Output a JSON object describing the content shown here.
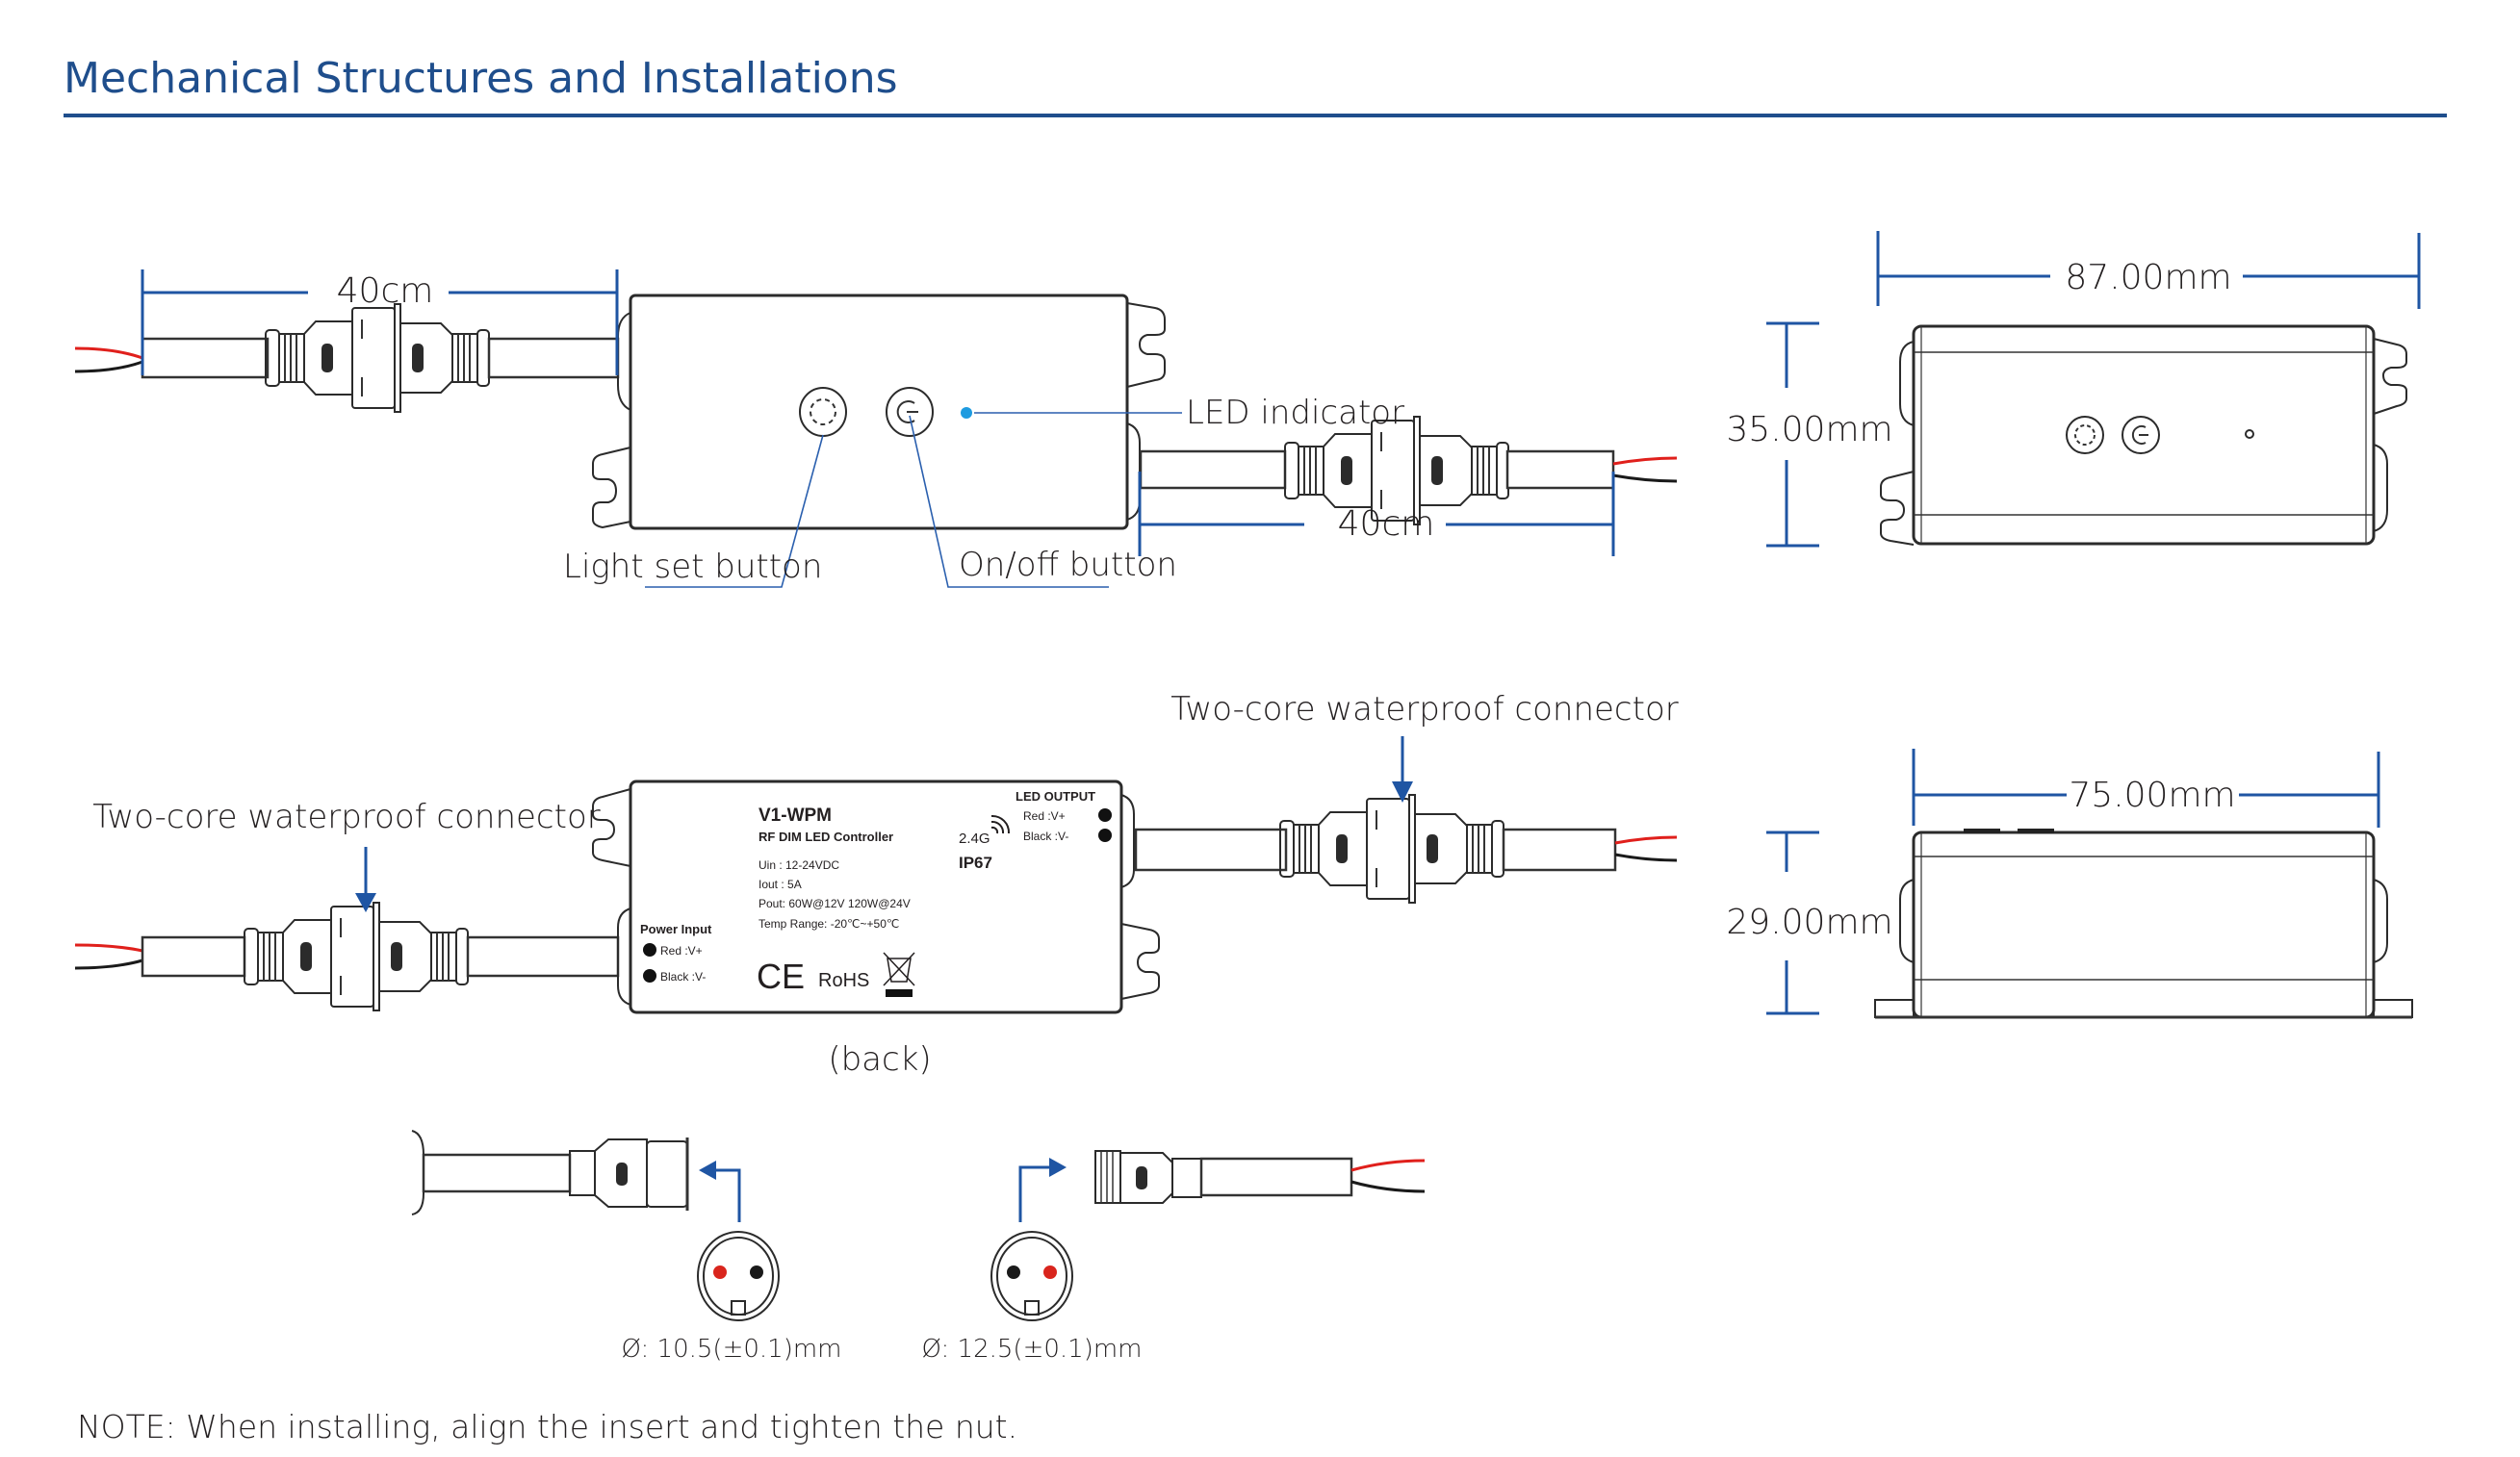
{
  "page": {
    "title": "Mechanical Structures and Installations",
    "accent_color": "#1f4e8c",
    "dimension_line_color": "#1f55a3",
    "led_indicator_color": "#1e9be0",
    "wire_red": "#e0201c",
    "wire_black": "#1a1a1a"
  },
  "top_view": {
    "left_cable_length": "40cm",
    "right_cable_length": "40cm",
    "callouts": {
      "led_indicator": "LED indicator",
      "light_set_button": "Light set button",
      "onoff_button": "On/off button"
    }
  },
  "back_view": {
    "caption": "(back)",
    "left_connector_label": "Two-core waterproof connector",
    "right_connector_label": "Two-core waterproof connector",
    "label": {
      "model": "V1-WPM",
      "product": "RF DIM LED Controller",
      "specs": [
        "Uin  : 12-24VDC",
        "Iout : 5A",
        "Pout: 60W@12V  120W@24V",
        "Temp Range: -20℃~+50℃"
      ],
      "rf": "2.4G",
      "ip_rating": "IP67",
      "led_output_title": "LED OUTPUT",
      "led_output": [
        "Red  :V+",
        "Black :V-"
      ],
      "power_input_title": "Power Input",
      "power_input": [
        "Red  :V+",
        "Black :V-"
      ],
      "ce_mark": "CE",
      "rohs": "RoHS"
    }
  },
  "dimension_views": {
    "top": {
      "width": "87.00mm",
      "height": "35.00mm"
    },
    "side": {
      "width": "75.00mm",
      "height": "29.00mm"
    }
  },
  "connectors": {
    "female": {
      "diameter": "Ø: 10.5(±0.1)mm",
      "pins": [
        "red",
        "black"
      ]
    },
    "male": {
      "diameter": "Ø: 12.5(±0.1)mm",
      "pins": [
        "black",
        "red"
      ]
    }
  },
  "note": "NOTE: When installing, align the insert and tighten the nut."
}
